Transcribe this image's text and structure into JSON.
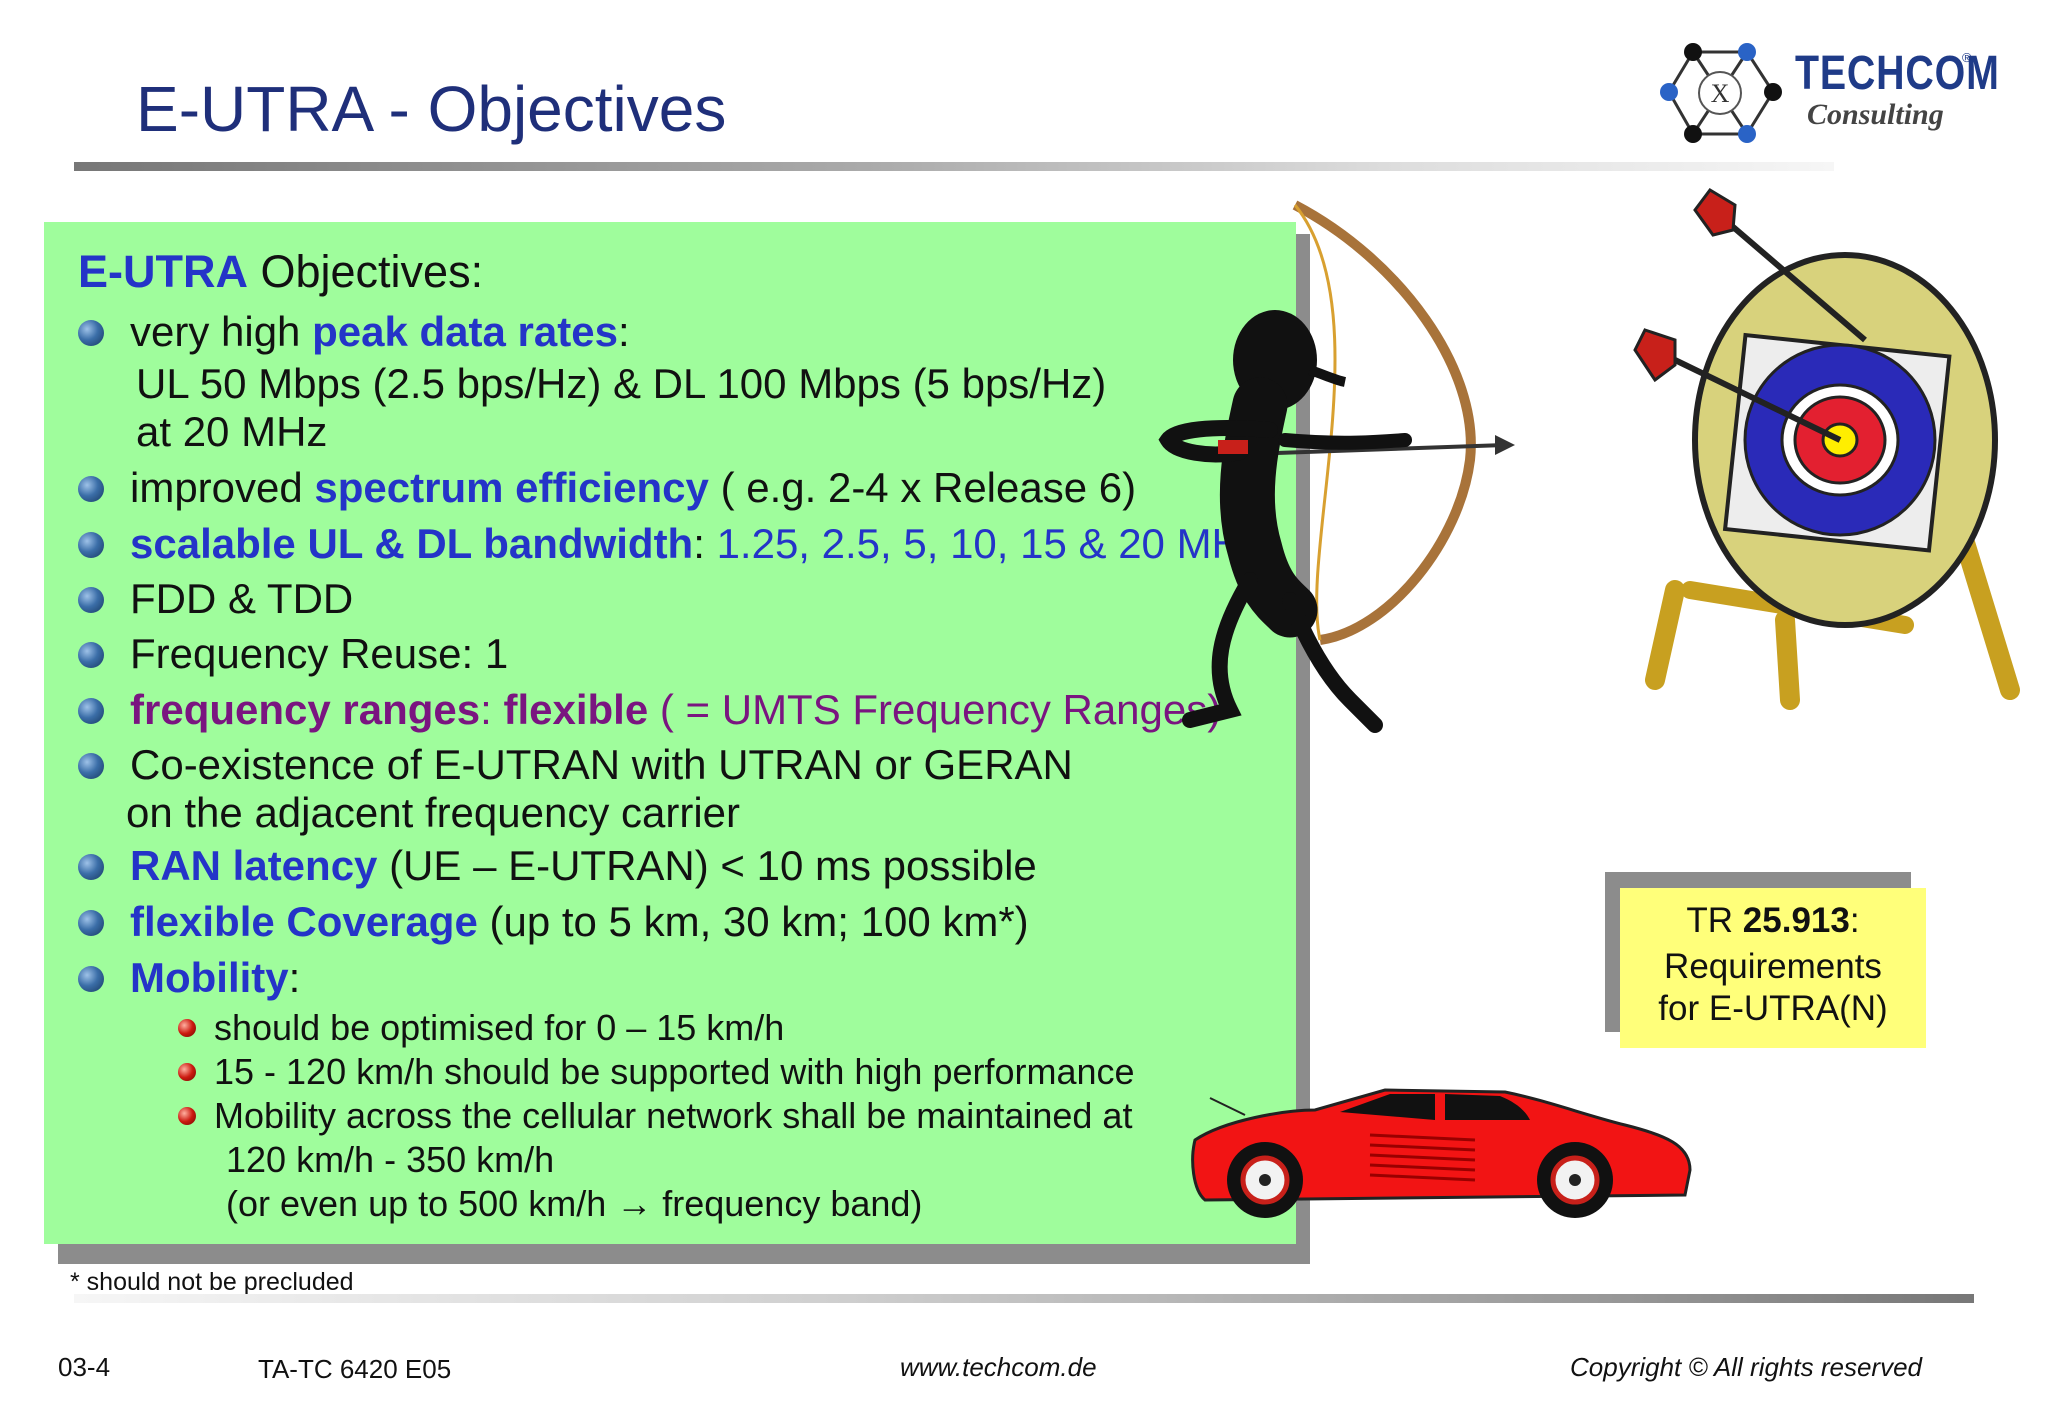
{
  "slide": {
    "title": "E-UTRA - Objectives"
  },
  "logo": {
    "word": "TECHCOM",
    "registered": "®",
    "sub": "Consulting"
  },
  "objectives": {
    "heading_bold": "E-UTRA",
    "heading_rest": " Objectives:",
    "items": [
      {
        "pre": "very high ",
        "hl": "peak data rates",
        "post": ":"
      },
      {
        "line2": "UL 50 Mbps (2.5 bps/Hz) & DL 100 Mbps (5 bps/Hz)",
        "line3": "at 20 MHz"
      },
      {
        "pre": "improved ",
        "hl": "spectrum efficiency",
        "post": " ( e.g. 2-4 x Release 6)"
      },
      {
        "hl": "scalable UL & DL bandwidth",
        "post": ": ",
        "post_hl": "1.25, 2.5, 5, 10, 15 & 20 MHz"
      },
      {
        "text": "FDD & TDD"
      },
      {
        "text": "Frequency Reuse: 1"
      },
      {
        "hl": "frequency ranges",
        "mid": ": ",
        "hl2": "flexible",
        "post": " ( = UMTS Frequency Ranges)"
      },
      {
        "text": "Co-existence of E-UTRAN with UTRAN or GERAN",
        "line2": "on the adjacent frequency carrier"
      },
      {
        "hl": "RAN latency",
        "post": " (UE – E-UTRAN) < 10 ms possible"
      },
      {
        "hl": "flexible Coverage",
        "post": " (up to 5 km, 30 km; 100 km*)"
      },
      {
        "hl": "Mobility",
        "post": ":"
      }
    ],
    "mobility": [
      "should be optimised for 0 – 15 km/h",
      "15 - 120 km/h should be supported with high performance",
      "Mobility across the cellular network shall be maintained at",
      "120 km/h - 350 km/h",
      "(or even up to 500 km/h → frequency band)"
    ]
  },
  "footnote": "* should not be precluded",
  "tr": {
    "prefix": "TR ",
    "number": "25.913",
    "suffix": ":",
    "line2": "Requirements",
    "line3": "for E-UTRA(N)"
  },
  "footer": {
    "page": "03-4",
    "code": "TA-TC 6420 E05",
    "url": "www.techcom.de",
    "copyright": "Copyright ©  All rights reserved"
  },
  "colors": {
    "title": "#1f2f7a",
    "box": "#9ffd9c",
    "highlight_blue": "#2434c8",
    "highlight_purple": "#7a1580",
    "tr_box": "#ffff7a"
  }
}
